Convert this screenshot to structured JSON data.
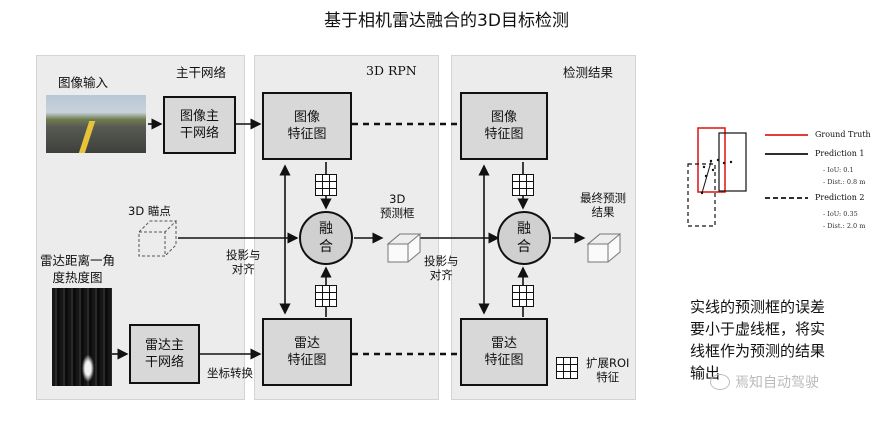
{
  "title": "基于相机雷达融合的3D目标检测",
  "panels": {
    "backbone": "主干网络",
    "rpn": "3D RPN",
    "detect": "检测结果"
  },
  "labels": {
    "image_input": "图像输入",
    "image_backbone": "图像主\n干网络",
    "image_feat": "图像\n特征图",
    "anchor": "3D 瞄点",
    "radar_map": "雷达距离一角\n度热度图",
    "radar_backbone": "雷达主\n干网络",
    "radar_feat": "雷达\n特征图",
    "project_align": "投影与\n对齐",
    "fuse": "融\n合",
    "proposal": "3D\n预测框",
    "final": "最终预测\n结果",
    "coord": "坐标转换",
    "roi": "扩展ROI\n特征"
  },
  "legend": {
    "ground_truth": "Ground Truth",
    "pred1": "Prediction 1",
    "pred1_iou": "- IoU: 0.1",
    "pred1_dist": "- Dist.: 0.8 m",
    "pred2": "Prediction 2",
    "pred2_iou": "- IoU: 0.35",
    "pred2_dist": "- Dist.: 2.0 m",
    "colors": {
      "ground_truth": "#e02020",
      "prediction": "#111111"
    }
  },
  "note": "实线的预测框的误差\n要小于虚线框，将实\n线框作为预测的结果\n输出",
  "watermark": "焉知自动驾驶"
}
